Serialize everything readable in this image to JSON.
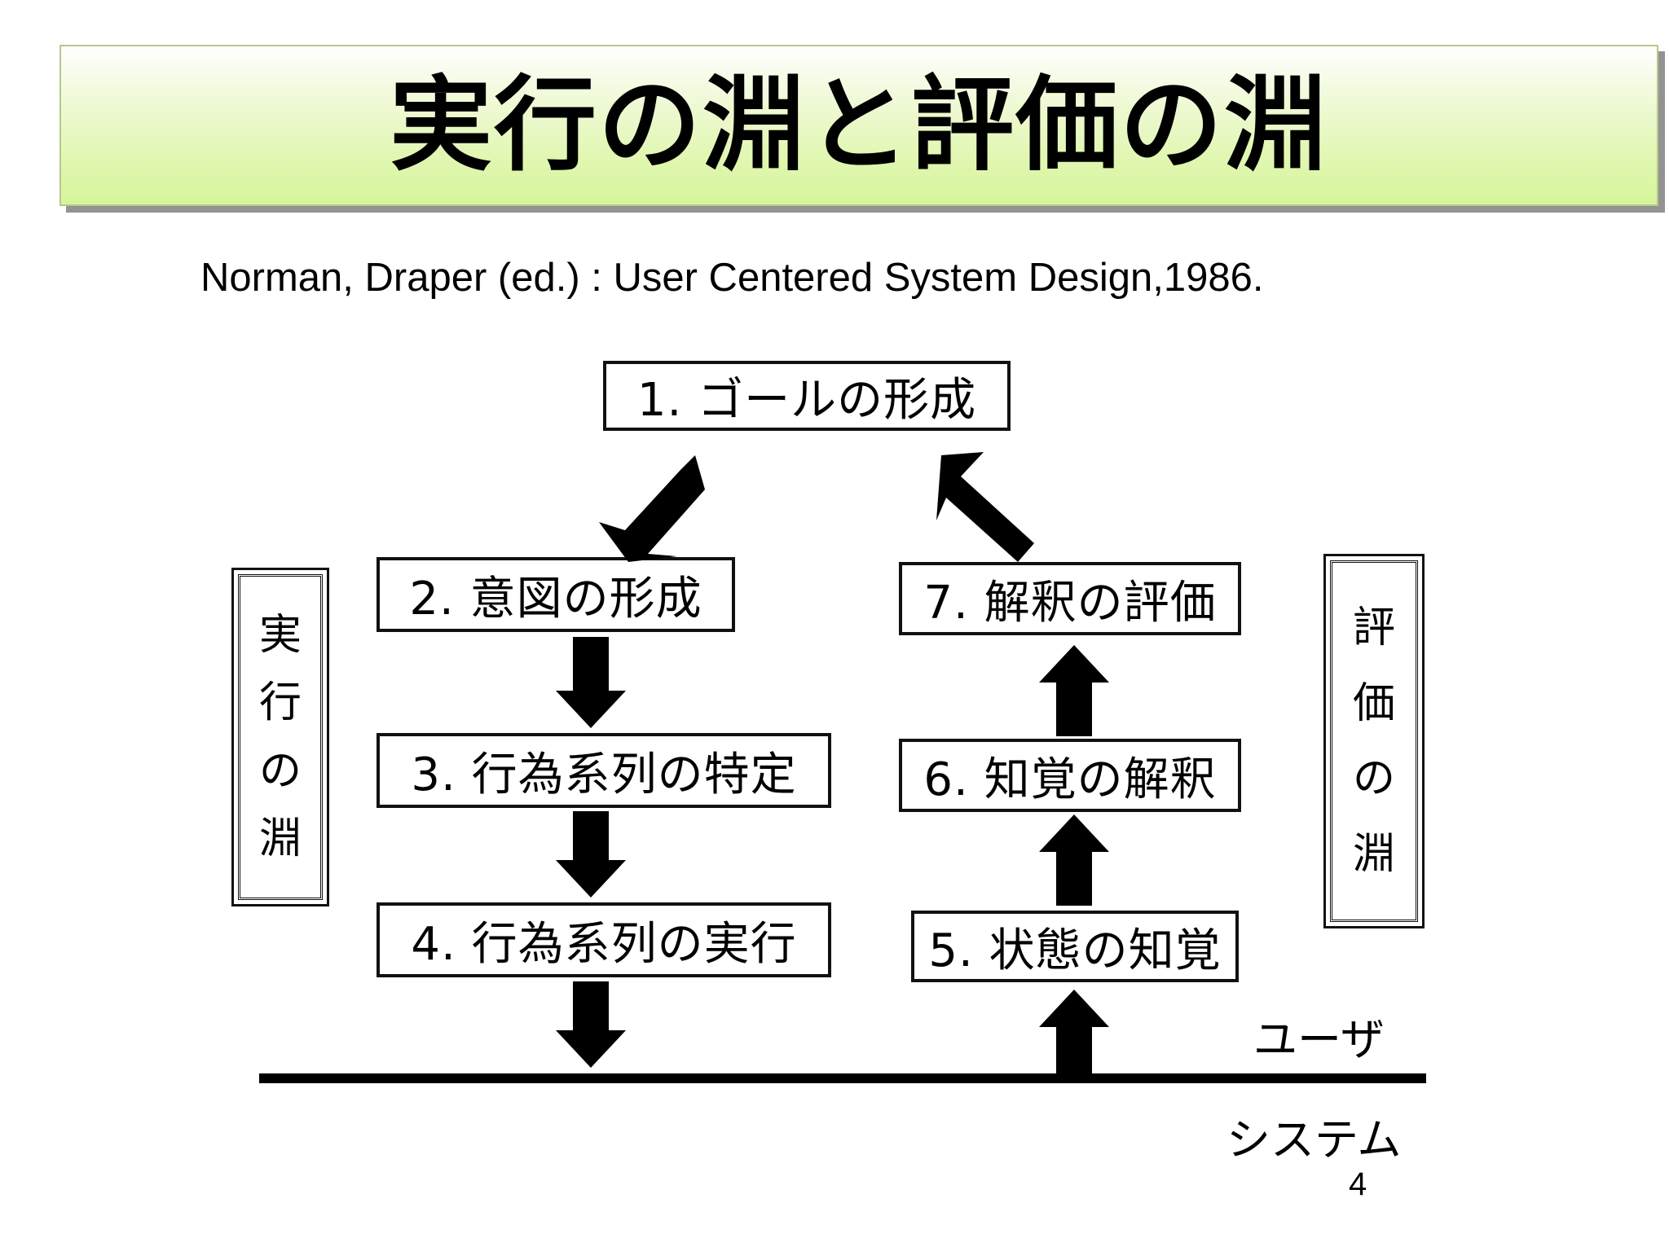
{
  "slide": {
    "title": "実行の淵と評価の淵",
    "citation": "Norman, Draper (ed.) : User Centered System Design,1986.",
    "page_number": "4",
    "accent_color": "#d6f59a",
    "border_color": "#b5c98a",
    "line_color": "#000000"
  },
  "diagram": {
    "steps": [
      {
        "id": "box1",
        "label": "1. ゴールの形成"
      },
      {
        "id": "box2",
        "label": "2. 意図の形成"
      },
      {
        "id": "box3",
        "label": "3. 行為系列の特定"
      },
      {
        "id": "box4",
        "label": "4. 行為系列の実行"
      },
      {
        "id": "box5",
        "label": "5. 状態の知覚"
      },
      {
        "id": "box6",
        "label": "6. 知覚の解釈"
      },
      {
        "id": "box7",
        "label": "7. 解釈の評価"
      }
    ],
    "gulfs": {
      "left": {
        "label": "実行の淵",
        "chars": [
          "実",
          "行",
          "の",
          "淵"
        ]
      },
      "right": {
        "label": "評価の淵",
        "chars": [
          "評",
          "価",
          "の",
          "淵"
        ]
      }
    },
    "boundary": {
      "above_label": "ユーザ",
      "below_label": "システム"
    },
    "arrows": [
      {
        "name": "goal-to-intention",
        "from": "1. ゴールの形成",
        "to": "2. 意図の形成",
        "direction": "diagonal-down-left"
      },
      {
        "name": "intention-to-action-spec",
        "from": "2. 意図の形成",
        "to": "3. 行為系列の特定",
        "direction": "down"
      },
      {
        "name": "action-spec-to-execution",
        "from": "3. 行為系列の特定",
        "to": "4. 行為系列の実行",
        "direction": "down"
      },
      {
        "name": "execution-to-system",
        "from": "4. 行為系列の実行",
        "to": "システム",
        "direction": "down"
      },
      {
        "name": "system-to-perception",
        "from": "システム",
        "to": "5. 状態の知覚",
        "direction": "up"
      },
      {
        "name": "perception-to-interpretation",
        "from": "5. 状態の知覚",
        "to": "6. 知覚の解釈",
        "direction": "up"
      },
      {
        "name": "interpretation-to-evaluation",
        "from": "6. 知覚の解釈",
        "to": "7. 解釈の評価",
        "direction": "up"
      },
      {
        "name": "evaluation-to-goal",
        "from": "7. 解釈の評価",
        "to": "1. ゴールの形成",
        "direction": "diagonal-up-left"
      }
    ]
  }
}
